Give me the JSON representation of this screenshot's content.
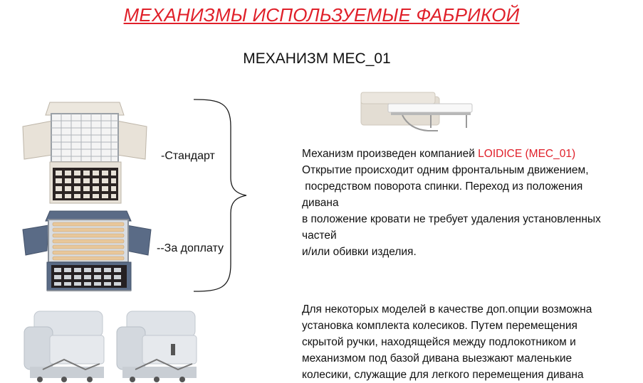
{
  "header": {
    "title": "МЕХАНИЗМЫ ИСПОЛЬЗУЕМЫЕ ФАБРИКОЙ",
    "subtitle": "МЕХАНИЗМ МЕС_01"
  },
  "options": {
    "standard_label": "-Стандарт",
    "extra_label": "--За доплату"
  },
  "description": {
    "line1_prefix": "Механизм произведен компанией ",
    "line1_brand": "LOIDICE (MEC_01)",
    "line2": "Открытие происходит одним фронтальным движением,",
    "line3": " посредством поворота спинки. Переход из положения",
    "line4": "дивана",
    "line5": "в положение кровати не требует удаления установленных",
    "line6": "частей",
    "line7": "и/или обивки изделия."
  },
  "wheels": {
    "line1": "Для некоторых моделей в качестве доп.опции возможна",
    "line2": "установка комплекта колесиков. Путем перемещения",
    "line3": "скрытой ручки, находящейся между подлокотником и",
    "line4": "механизмом под базой дивана выезжают маленькие",
    "line5": "колесики, служащие для легкого перемещения дивана"
  },
  "colors": {
    "accent_red": "#e0202a",
    "fabric_beige": "#e8e2d8",
    "fabric_blue": "#5a6b86",
    "slat_wood": "#e8c79a"
  }
}
